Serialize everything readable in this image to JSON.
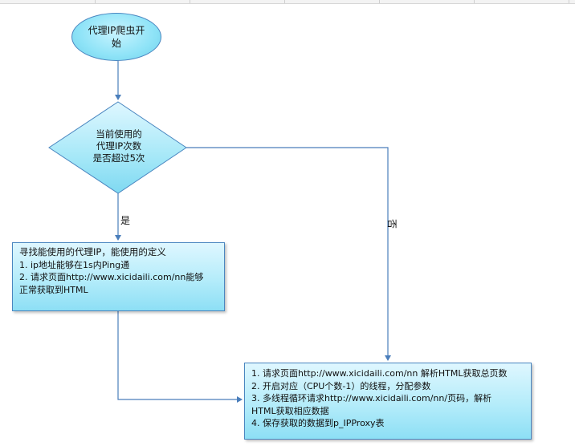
{
  "diagram": {
    "start_node": {
      "label": "代理IP爬虫开始"
    },
    "decision": {
      "lines": [
        "当前使用的",
        "代理IP次数",
        "是否超过5次"
      ]
    },
    "yes_label": "是",
    "no_label": "否",
    "process_find": {
      "title": "寻找能使用的代理IP，能使用的定义",
      "lines": [
        "1. ip地址能够在1s内Ping通",
        "2. 请求页面http://www.xicidaili.com/nn能够",
        "正常获取到HTML"
      ]
    },
    "process_crawl": {
      "lines": [
        "1. 请求页面http://www.xicidaili.com/nn 解析HTML获取总页数",
        "2. 开启对应（CPU个数-1）的线程，分配参数",
        "3. 多线程循环请求http://www.xicidaili.com/nn/页码，解析",
        "HTML获取相应数据",
        "4. 保存获取的数据到p_IPProxy表"
      ]
    },
    "colors": {
      "connector": "#4a7ebb",
      "box_border": "#4a86c0",
      "fill_light": "#dff7ff",
      "fill_dark": "#8ddff5"
    }
  }
}
